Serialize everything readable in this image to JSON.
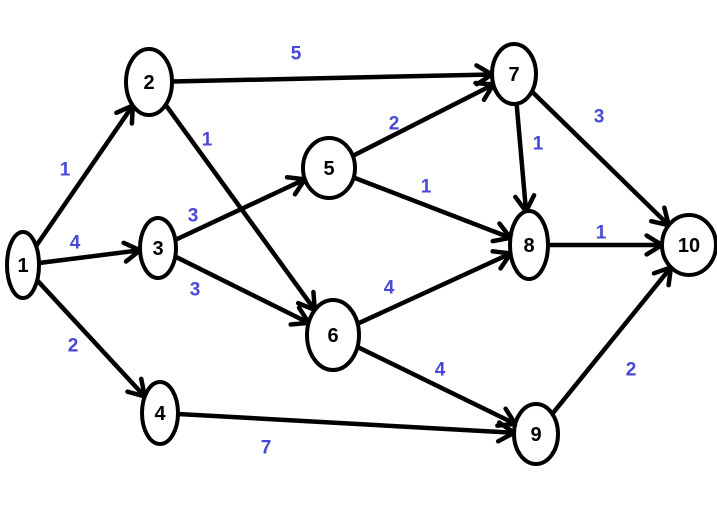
{
  "diagram": {
    "title": "Weighted directed network graph",
    "colors": {
      "node_stroke": "#000000",
      "node_label": "#000000",
      "edge": "#000000",
      "weight_label": "#4848d8"
    },
    "nodes": [
      {
        "id": "1",
        "label": "1"
      },
      {
        "id": "2",
        "label": "2"
      },
      {
        "id": "3",
        "label": "3"
      },
      {
        "id": "4",
        "label": "4"
      },
      {
        "id": "5",
        "label": "5"
      },
      {
        "id": "6",
        "label": "6"
      },
      {
        "id": "7",
        "label": "7"
      },
      {
        "id": "8",
        "label": "8"
      },
      {
        "id": "9",
        "label": "9"
      },
      {
        "id": "10",
        "label": "10"
      }
    ],
    "edges": [
      {
        "from": "1",
        "to": "2",
        "weight": "1"
      },
      {
        "from": "1",
        "to": "3",
        "weight": "4"
      },
      {
        "from": "1",
        "to": "4",
        "weight": "2"
      },
      {
        "from": "2",
        "to": "7",
        "weight": "5"
      },
      {
        "from": "2",
        "to": "6",
        "weight": "1"
      },
      {
        "from": "3",
        "to": "5",
        "weight": "3"
      },
      {
        "from": "3",
        "to": "6",
        "weight": "3"
      },
      {
        "from": "4",
        "to": "9",
        "weight": "7"
      },
      {
        "from": "5",
        "to": "7",
        "weight": "2"
      },
      {
        "from": "5",
        "to": "8",
        "weight": "1"
      },
      {
        "from": "6",
        "to": "8",
        "weight": "4"
      },
      {
        "from": "6",
        "to": "9",
        "weight": "4"
      },
      {
        "from": "7",
        "to": "8",
        "weight": "1"
      },
      {
        "from": "7",
        "to": "10",
        "weight": "3"
      },
      {
        "from": "8",
        "to": "10",
        "weight": "1"
      },
      {
        "from": "9",
        "to": "10",
        "weight": "2"
      }
    ]
  }
}
